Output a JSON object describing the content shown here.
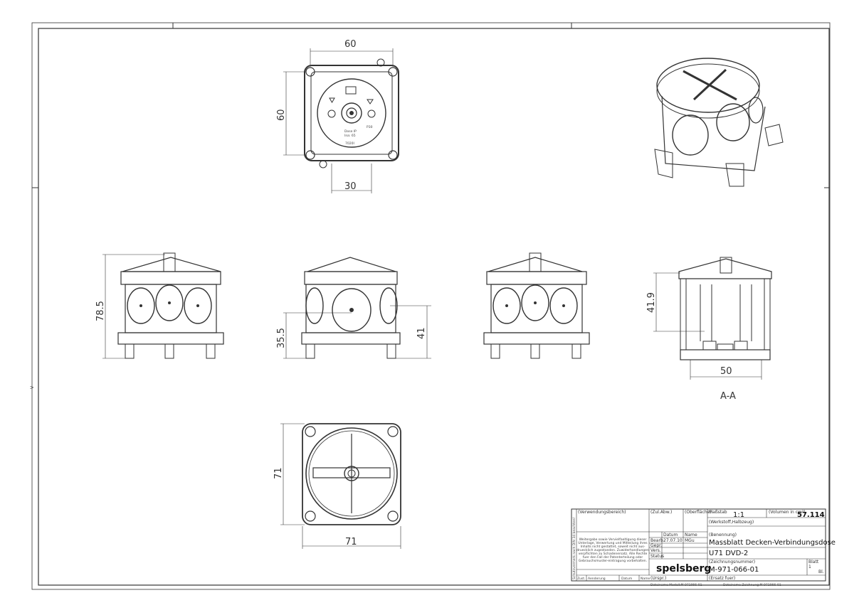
{
  "dimensions": {
    "top_width": "60",
    "top_height": "60",
    "top_offset": "30",
    "side_height": "78.5",
    "front_lower": "35.5",
    "front_right": "41",
    "section_height": "41.9",
    "section_width": "50",
    "bottom_height": "71",
    "bottom_width": "71"
  },
  "section_label": "A-A",
  "top_view_marks": {
    "p_rating": "P30",
    "model": "7020I",
    "text1": "Dose IP",
    "text2": "Ina: 65"
  },
  "title_block": {
    "usage_area": "(Verwendungsbereich)",
    "tolerance": "(Zul.Abw.)",
    "surface": "(Oberfläche)",
    "scale_label": "Maßstab",
    "scale_value": "1:1",
    "volume_label": "(Volumen in cm³)",
    "volume_value": "57.114",
    "material_label": "(Werkstoff,Halbzeug)",
    "designation_label": "(Benennung)",
    "title_line1": "Massblatt Decken-Verbindungsdose",
    "title_line2": "U71 DVD-2",
    "drawing_no_label": "(Zeichnungsnummer)",
    "drawing_no": "M-971-066-01",
    "sheet_label": "Blatt",
    "sheet_value": "1",
    "sheets_label": "Bl.",
    "replace_label": "(Ersatz fuer)",
    "origin_label": "(Urspr.)",
    "date_col": "Datum",
    "name_col": "Name",
    "rows": [
      {
        "label": "Bearb.",
        "date": "27.07.10",
        "name": "MGu"
      },
      {
        "label": "Gepr.",
        "date": "",
        "name": ""
      },
      {
        "label": "Vers.",
        "date": "",
        "name": ""
      },
      {
        "label": "Status",
        "date": "",
        "name": ""
      }
    ],
    "revision_cols": [
      "Zust.",
      "Aenderung",
      "Datum",
      "Name"
    ],
    "brand": "spelsberg",
    "protection_note": "Schutzvermerk nach DIN 34 beachten!",
    "legal_lines": [
      "Weitergabe sowie Vervielfaeltigung dieser",
      "Unterlage, Verwertung und Mitteilung ihres",
      "Inhalts nicht gestattet, soweit nicht aus-",
      "druecklich zugestanden. Zuwiderhandlungen",
      "verpflichten zu Schadenersatz. Alle Rechte",
      "fuer den Fall der Patenterteilung oder",
      "Gebrauchsmuster-eintragung vorbehalten."
    ],
    "model_file": "Dateiname Modell:M-971066-01",
    "drawing_file": "Dateiname Zeichnung:M-971066-01"
  }
}
